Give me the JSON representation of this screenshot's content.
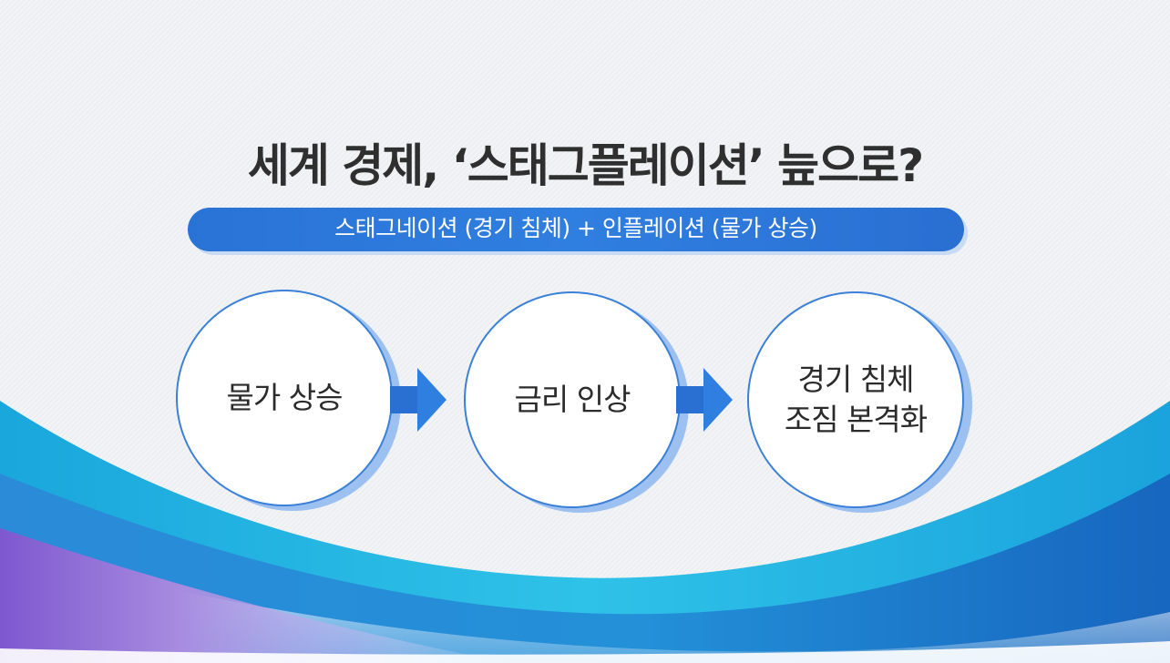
{
  "title": "세계 경제, ‘스태그플레이션’ 늪으로?",
  "subtitle": "스태그네이션 (경기 침체) + 인플레이션 (물가 상승)",
  "steps": [
    {
      "lines": [
        "물가 상승"
      ]
    },
    {
      "lines": [
        "금리 인상"
      ]
    },
    {
      "lines": [
        "경기 침체",
        "조짐 본격화"
      ]
    }
  ],
  "colors": {
    "accent": "#2f7fe0",
    "circle_border": "#3a80d8",
    "circle_shadow": "#9cc0f0",
    "wave_cyan": "#1fb3e0",
    "wave_blue": "#1e79cc",
    "wave_purple": "#8a63d6"
  }
}
